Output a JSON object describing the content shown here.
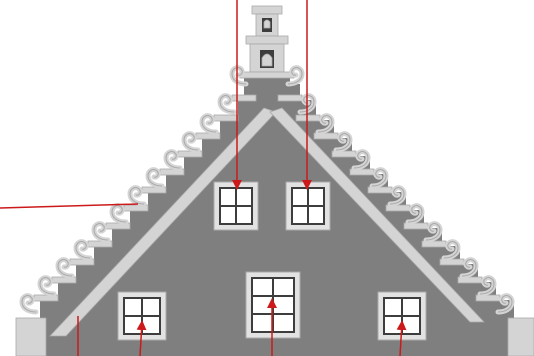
{
  "figure": {
    "colors": {
      "background": "#ffffff",
      "gable_wall": "#7f7f80",
      "cornice_stone": "#d4d4d4",
      "stone_shadow": "#a9a9a9",
      "window_frame": "#e2e2e2",
      "window_glass": "#ffffff",
      "window_dark": "#3d3d3d",
      "callout_line": "#cc1a1a"
    },
    "parts": [
      {
        "id": "bell-cote",
        "icon": "bell-icon"
      },
      {
        "id": "stepped-gable",
        "icon": "stairs-icon"
      },
      {
        "id": "scroll-ornaments",
        "icon": "scroll-icon"
      },
      {
        "id": "diagonal-molding",
        "icon": "line-icon"
      },
      {
        "id": "upper-window-left",
        "icon": "window-icon"
      },
      {
        "id": "upper-window-right",
        "icon": "window-icon"
      },
      {
        "id": "lower-window-left",
        "icon": "window-icon"
      },
      {
        "id": "center-window",
        "icon": "window-icon"
      },
      {
        "id": "lower-window-right",
        "icon": "window-icon"
      }
    ],
    "callouts": [
      {
        "target": "upper-window-left",
        "style": "arrow"
      },
      {
        "target": "upper-window-right",
        "style": "arrow"
      },
      {
        "target": "stepped-gable",
        "style": "leader"
      },
      {
        "target": "diagonal-molding",
        "style": "leader"
      },
      {
        "target": "lower-window-left",
        "style": "arrow"
      },
      {
        "target": "center-window",
        "style": "arrow"
      },
      {
        "target": "lower-window-right",
        "style": "arrow"
      }
    ]
  }
}
